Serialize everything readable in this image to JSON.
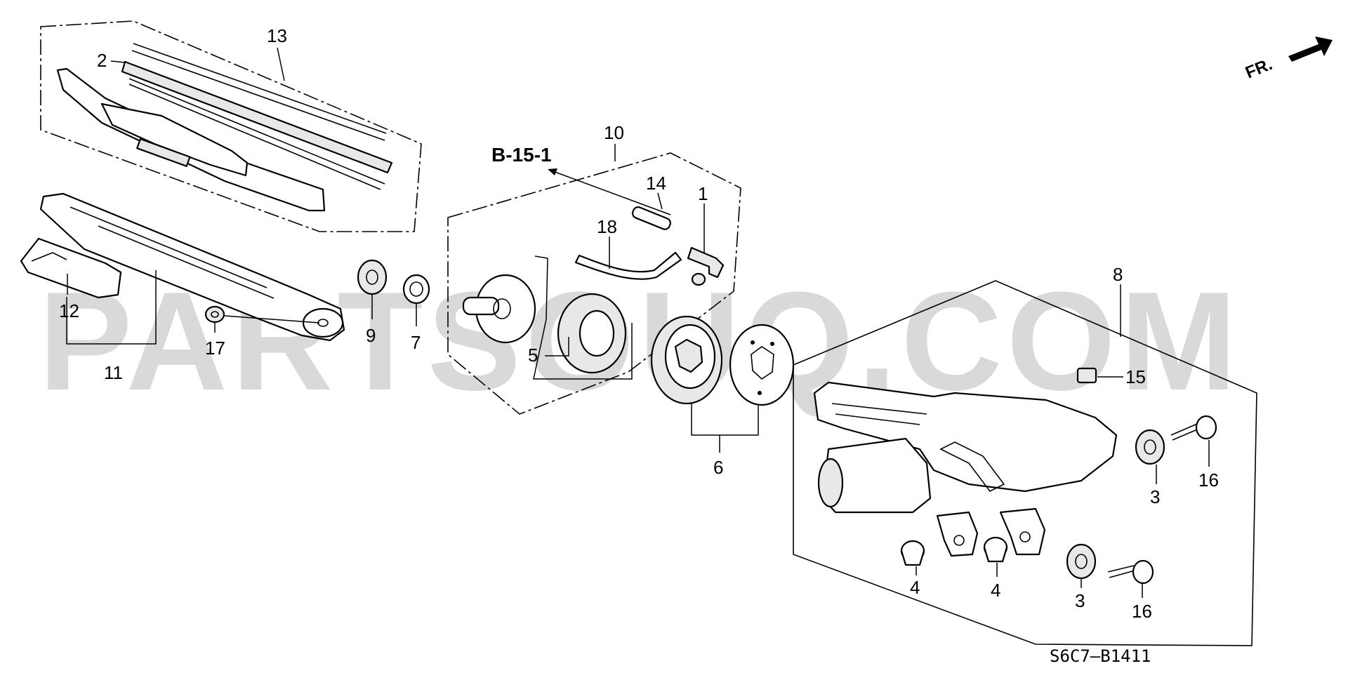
{
  "watermark": "PARTSOUQ.COM",
  "diagram_code": "S6C7–B1411",
  "reference": "B-15-1",
  "front_arrow_label": "FR.",
  "callouts": {
    "c1": "1",
    "c2": "2",
    "c3a": "3",
    "c3b": "3",
    "c4a": "4",
    "c4b": "4",
    "c5": "5",
    "c6": "6",
    "c7": "7",
    "c8": "8",
    "c9": "9",
    "c10": "10",
    "c11": "11",
    "c12": "12",
    "c13": "13",
    "c14": "14",
    "c15": "15",
    "c16a": "16",
    "c16b": "16",
    "c17": "17",
    "c18": "18"
  },
  "icons": [
    "front-arrow-icon"
  ]
}
